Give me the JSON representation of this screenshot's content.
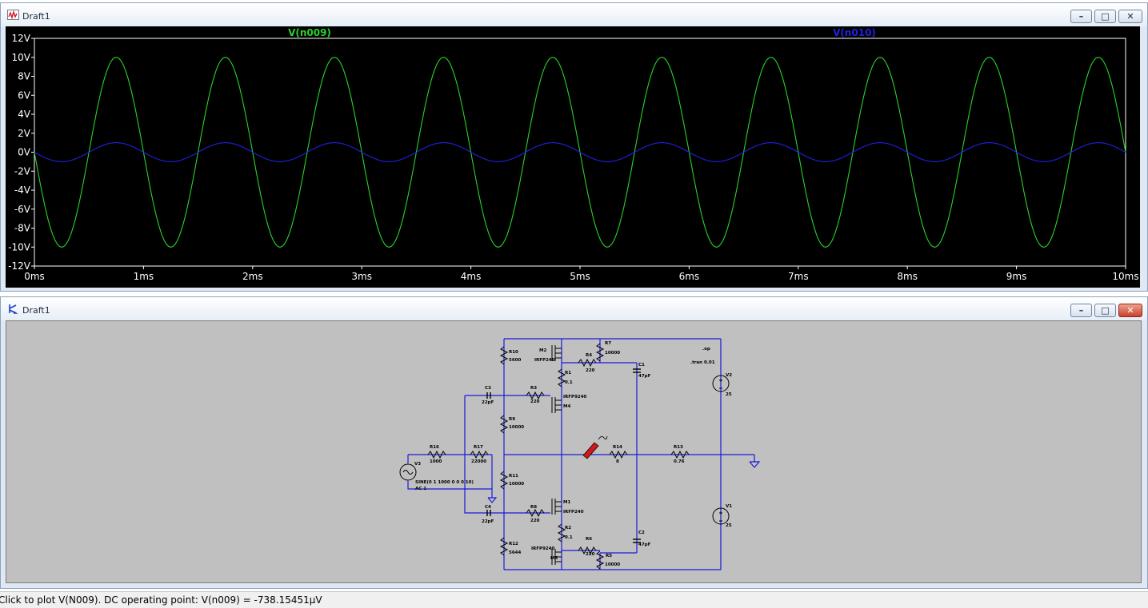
{
  "waveform_window": {
    "title": "Draft1",
    "buttons": {
      "minimize": "–",
      "maximize": "□",
      "close": "✕"
    },
    "trace_labels": [
      {
        "name": "V(n009)",
        "color": "#2bd12b"
      },
      {
        "name": "V(n010)",
        "color": "#2020e0"
      }
    ],
    "chart_data": {
      "type": "line",
      "x_unit": "ms",
      "y_unit": "V",
      "xlim": [
        0,
        10
      ],
      "ylim": [
        -12,
        12
      ],
      "x_ticks": [
        "0ms",
        "1ms",
        "2ms",
        "3ms",
        "4ms",
        "5ms",
        "6ms",
        "7ms",
        "8ms",
        "9ms",
        "10ms"
      ],
      "y_ticks": [
        "12V",
        "10V",
        "8V",
        "6V",
        "4V",
        "2V",
        "0V",
        "-2V",
        "-4V",
        "-6V",
        "-8V",
        "-10V",
        "-12V"
      ],
      "series": [
        {
          "name": "V(n009)",
          "function": "-10*sin(2*pi*1000*t)",
          "amplitude": 10,
          "frequency_hz": 1000,
          "phase": "inverted",
          "color": "#2bd12b"
        },
        {
          "name": "V(n010)",
          "function": "-1*sin(2*pi*1000*t)",
          "amplitude": 1,
          "frequency_hz": 1000,
          "phase": "inverted",
          "color": "#2020e0"
        }
      ],
      "grid": false,
      "axis_color": "#ffffff",
      "background": "#000000"
    }
  },
  "schematic_window": {
    "title": "Draft1",
    "buttons": {
      "minimize": "–",
      "maximize": "□",
      "close": "✕"
    },
    "labels": {
      "R10": "R10",
      "R10v": "5600",
      "M2": "M2",
      "M2v": "IRFP240",
      "R4": "R4",
      "R4v": "220",
      "R7": "R7",
      "R7v": "10000",
      "R1": "R1",
      "R1v": "0.1",
      "C1": "C1",
      "C1v": "47pF",
      "op": ".op",
      "tran": ".tran 0.01",
      "V2": "V2",
      "V2v": "25",
      "C3": "C3",
      "C3v": "22pF",
      "R3": "R3",
      "R3v": "220",
      "M4": "M4",
      "M4v": "IRFP9240",
      "R9": "R9",
      "R9v": "10000",
      "R16": "R16",
      "R16v": "1000",
      "R17": "R17",
      "R17v": "22000",
      "R14": "R14",
      "R14v": "8",
      "R13": "R13",
      "R13v": "0.76",
      "V3": "V3",
      "V3v": "SINE(0 1 1000 0 0 0 10)",
      "V3ac": "AC 1",
      "R11": "R11",
      "R11v": "10000",
      "C4": "C4",
      "C4v": "22pF",
      "R8": "R8",
      "R8v": "220",
      "M1": "M1",
      "M1v": "IRFP240",
      "V1": "V1",
      "V1v": "25",
      "R2": "R2",
      "R2v": "0.1",
      "C2": "C2",
      "C2v": "47pF",
      "R6": "R6",
      "R6v": "220",
      "R12": "R12",
      "R12v": "5644",
      "M3": "M3",
      "M3v": "IRFP9240",
      "R5": "R5",
      "R5v": "10000"
    }
  },
  "status_bar": {
    "text": "Click to plot V(N009).  DC operating point: V(n009) = -738.15451µV"
  }
}
